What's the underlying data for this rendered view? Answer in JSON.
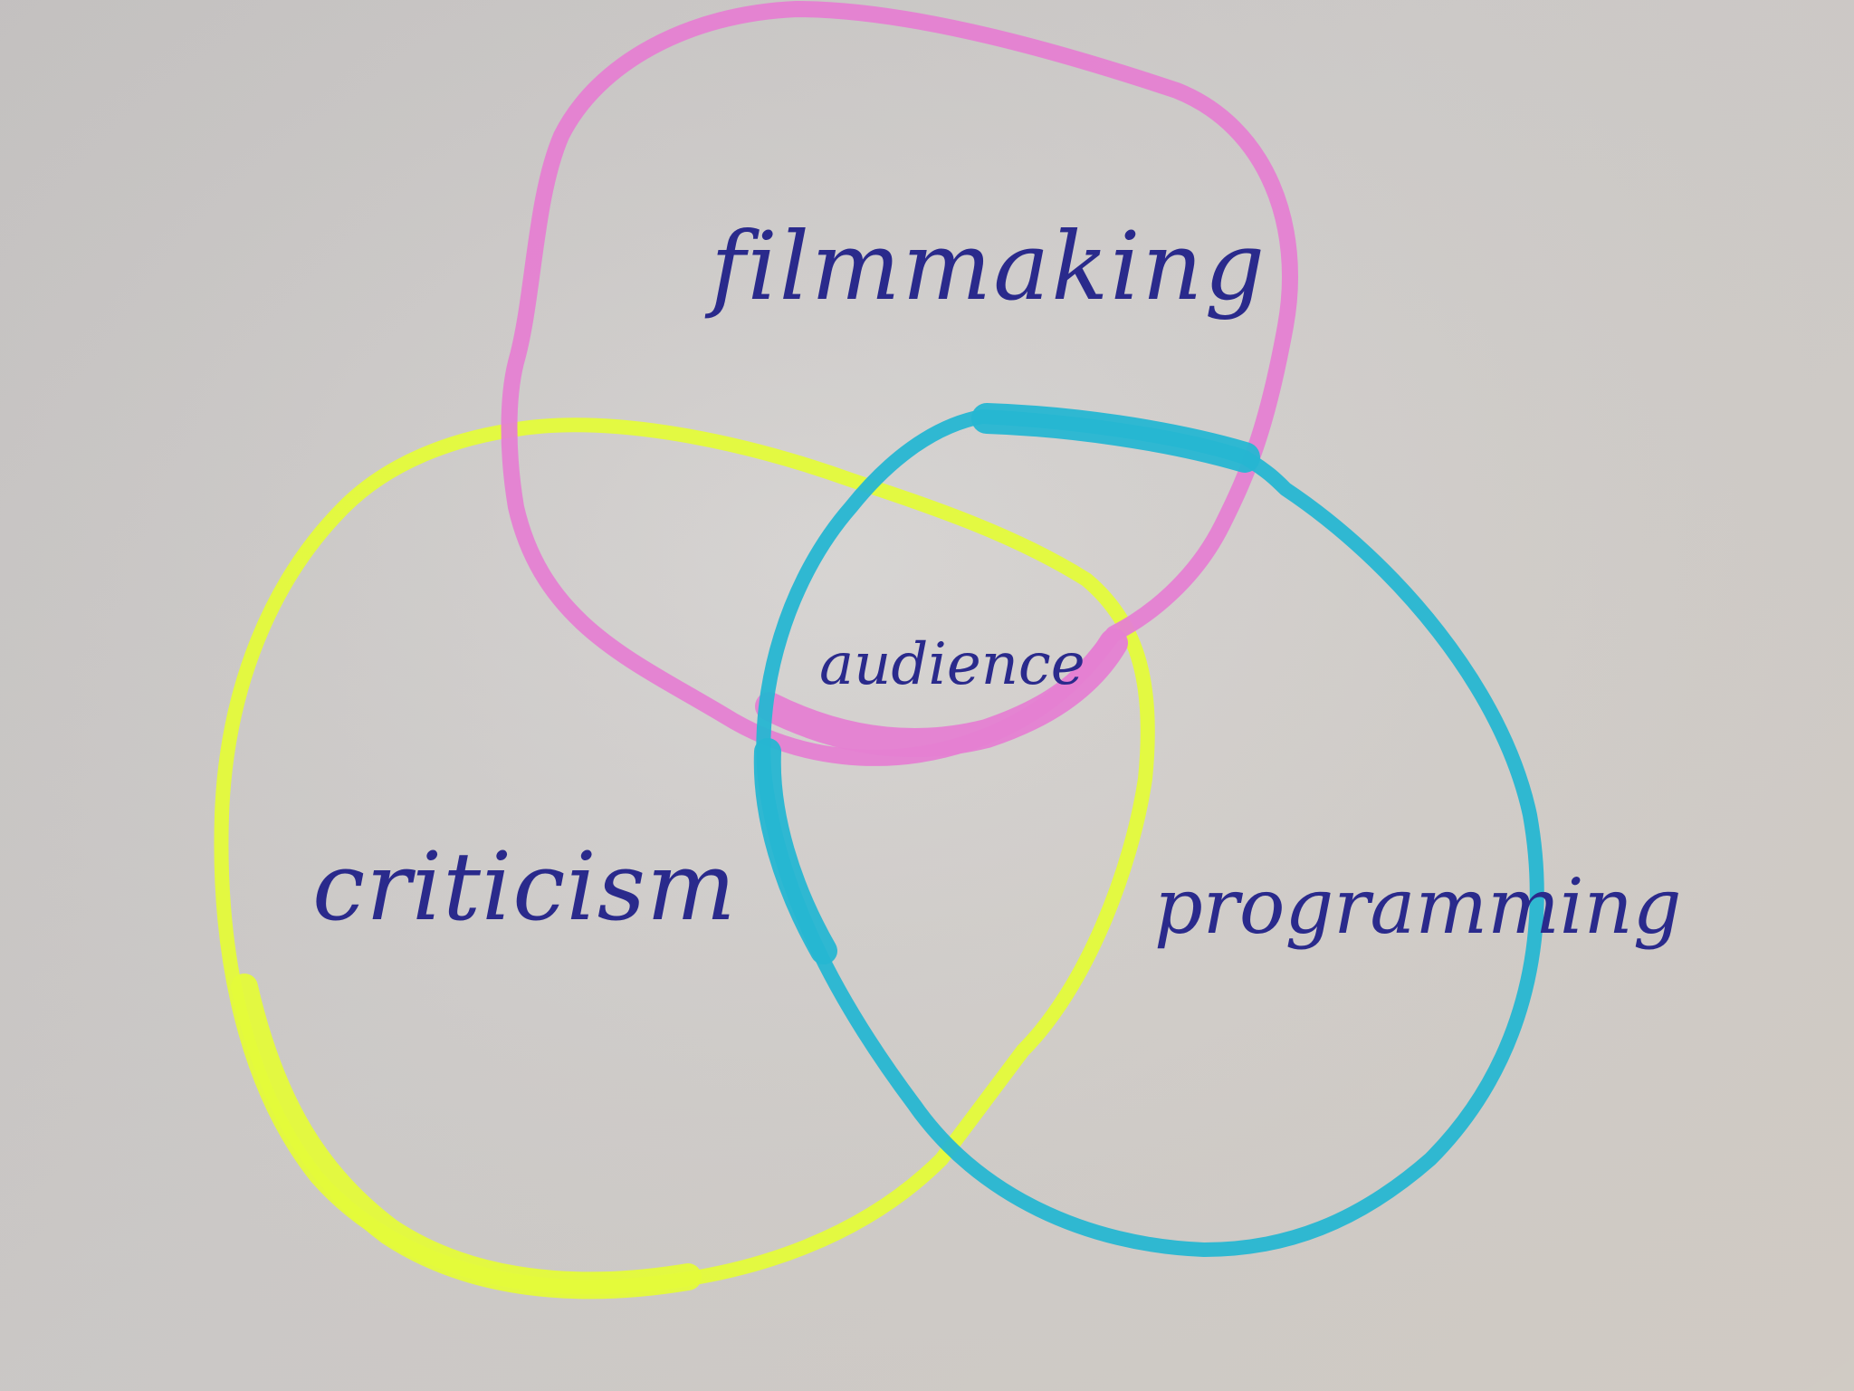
{
  "diagram": {
    "type": "venn",
    "sets": [
      {
        "id": "filmmaking",
        "label": "filmmaking",
        "color": "#e57fd2"
      },
      {
        "id": "criticism",
        "label": "criticism",
        "color": "#e4fb3a"
      },
      {
        "id": "programming",
        "label": "programming",
        "color": "#26b6d2"
      }
    ],
    "intersection": {
      "label": "audience",
      "sets": [
        "filmmaking",
        "criticism",
        "programming"
      ]
    },
    "ink_color": "#2a2a8c"
  }
}
